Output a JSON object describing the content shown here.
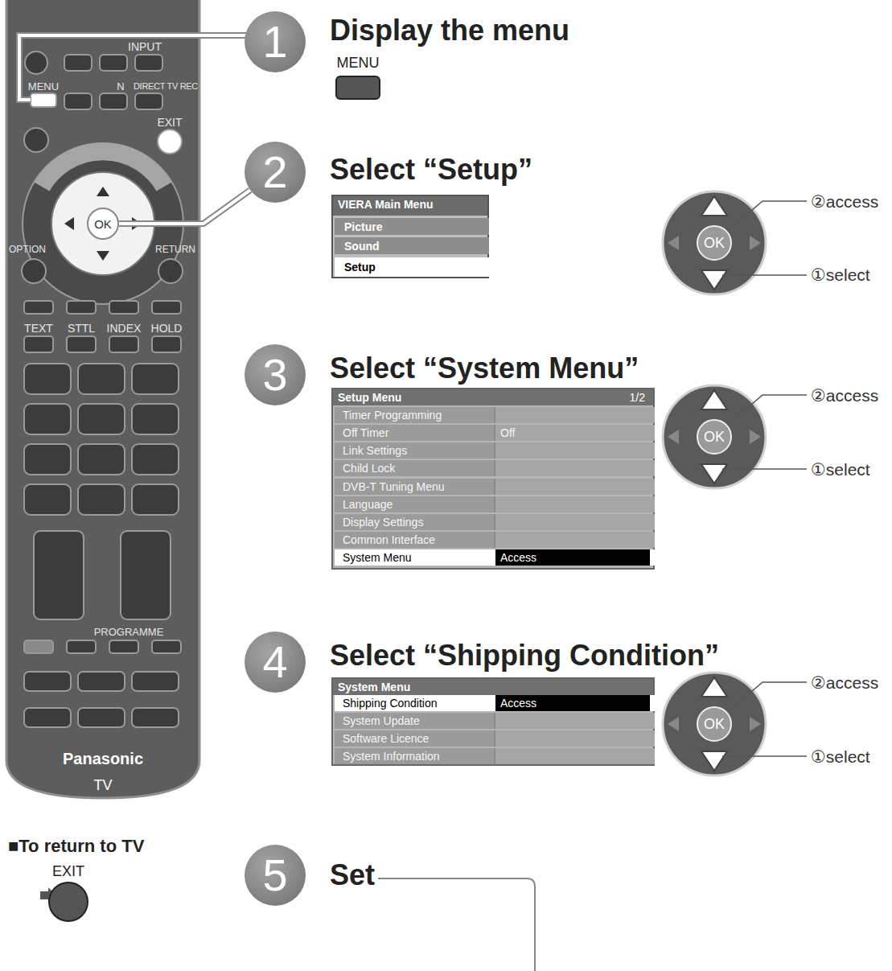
{
  "diagram": {
    "nodes": [
      {
        "text": [
          "OK"
        ]
      },
      {
        "text": [
          "1"
        ]
      },
      {
        "text": [
          "2"
        ]
      },
      {
        "text": [
          "VIERA Main Menu"
        ]
      },
      {
        "text": [
          "Picture"
        ],
        "in": 3
      },
      {
        "text": [
          "Sound"
        ],
        "in": 3
      },
      {
        "text": [
          "Setup"
        ],
        "in": 3
      },
      {
        "text": [
          "OK"
        ]
      },
      {
        "text": [
          "3"
        ]
      },
      {
        "text": [
          "Setup Menu",
          "1/2"
        ]
      },
      {
        "text": [
          "Timer Programming"
        ],
        "in": 9
      },
      {
        "text": [
          "Off Timer",
          "Off"
        ],
        "in": 9
      },
      {
        "text": [
          "Link Settings"
        ],
        "in": 9
      },
      {
        "text": [
          "Child Lock"
        ],
        "in": 9
      },
      {
        "text": [
          "DVB-T Tuning Menu"
        ],
        "in": 9
      },
      {
        "text": [
          "Language"
        ],
        "in": 9
      },
      {
        "text": [
          "Display Settings"
        ],
        "in": 9
      },
      {
        "text": [
          "Common Interface"
        ],
        "in": 9
      },
      {
        "text": [
          "System Menu",
          "Access"
        ],
        "in": 9
      },
      {
        "text": [
          "OK"
        ]
      },
      {
        "text": [
          "4"
        ]
      },
      {
        "text": [
          "System Menu"
        ]
      },
      {
        "text": [
          "Shipping Condition",
          "Access"
        ],
        "in": 21
      },
      {
        "text": [
          "System Update"
        ],
        "in": 21
      },
      {
        "text": [
          "Software Licence"
        ],
        "in": 21
      },
      {
        "text": [
          "System Information"
        ],
        "in": 21
      },
      {
        "text": [
          "OK"
        ]
      },
      {
        "text": [
          "5"
        ]
      }
    ],
    "edges": [
      {
        "from": 0,
        "to": 2,
        "arrow": "none"
      }
    ],
    "labels": [
      "INPUT",
      "MENU",
      "N",
      "DIRECT TV REC",
      "EXIT",
      "OPTION",
      "RETURN",
      "TEXT",
      "STTL",
      "INDEX",
      "HOLD",
      "PROGRAMME",
      "Panasonic",
      "TV",
      "Display the menu",
      "MENU",
      "Select “Setup”",
      "②access",
      "①select",
      "Select “System Menu”",
      "②access",
      "①select",
      "Select “Shipping Condition”",
      "②access",
      "①select",
      "■To return to TV",
      "EXIT",
      "Set"
    ]
  }
}
